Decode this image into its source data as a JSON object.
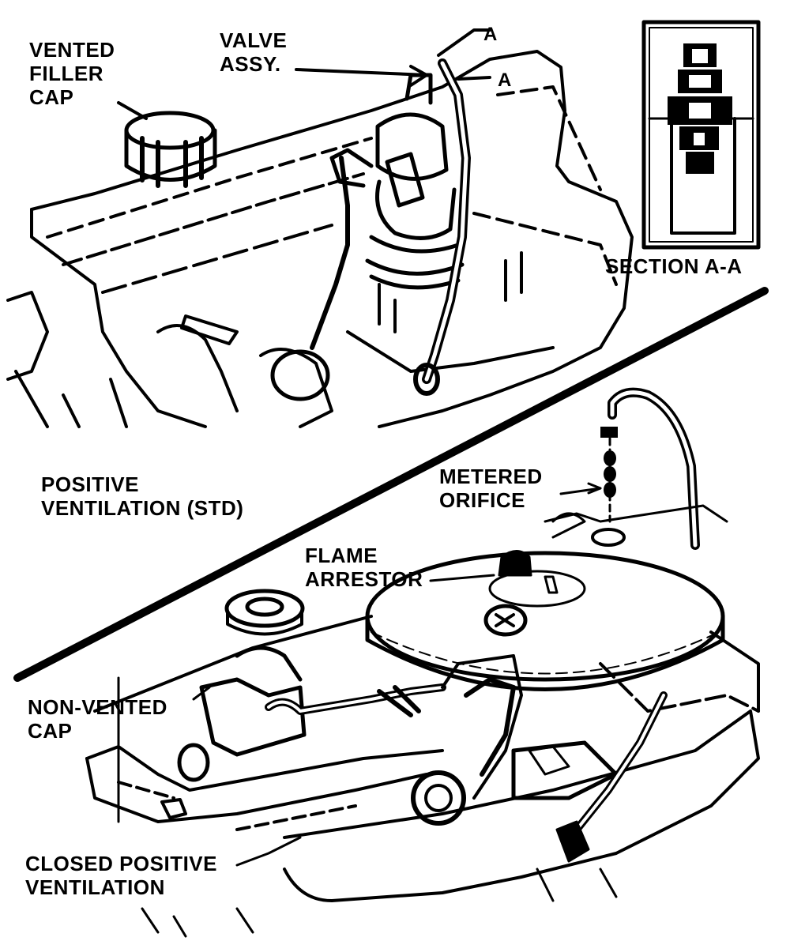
{
  "labels": {
    "vented_filler_cap": [
      "VENTED",
      "FILLER",
      "CAP"
    ],
    "valve_assy": [
      "VALVE",
      "ASSY."
    ],
    "section_a_a": "SECTION A-A",
    "section_mark": "A",
    "positive_ventilation_std": [
      "POSITIVE",
      "VENTILATION (STD)"
    ],
    "metered_orifice": [
      "METERED",
      "ORIFICE"
    ],
    "flame_arrestor": [
      "FLAME",
      "ARRESTOR"
    ],
    "non_vented_cap": [
      "NON-VENTED",
      "CAP"
    ],
    "closed_positive_ventilation": [
      "CLOSED POSITIVE",
      "VENTILATION"
    ]
  },
  "colors": {
    "ink": "#000000",
    "paper": "#ffffff"
  }
}
